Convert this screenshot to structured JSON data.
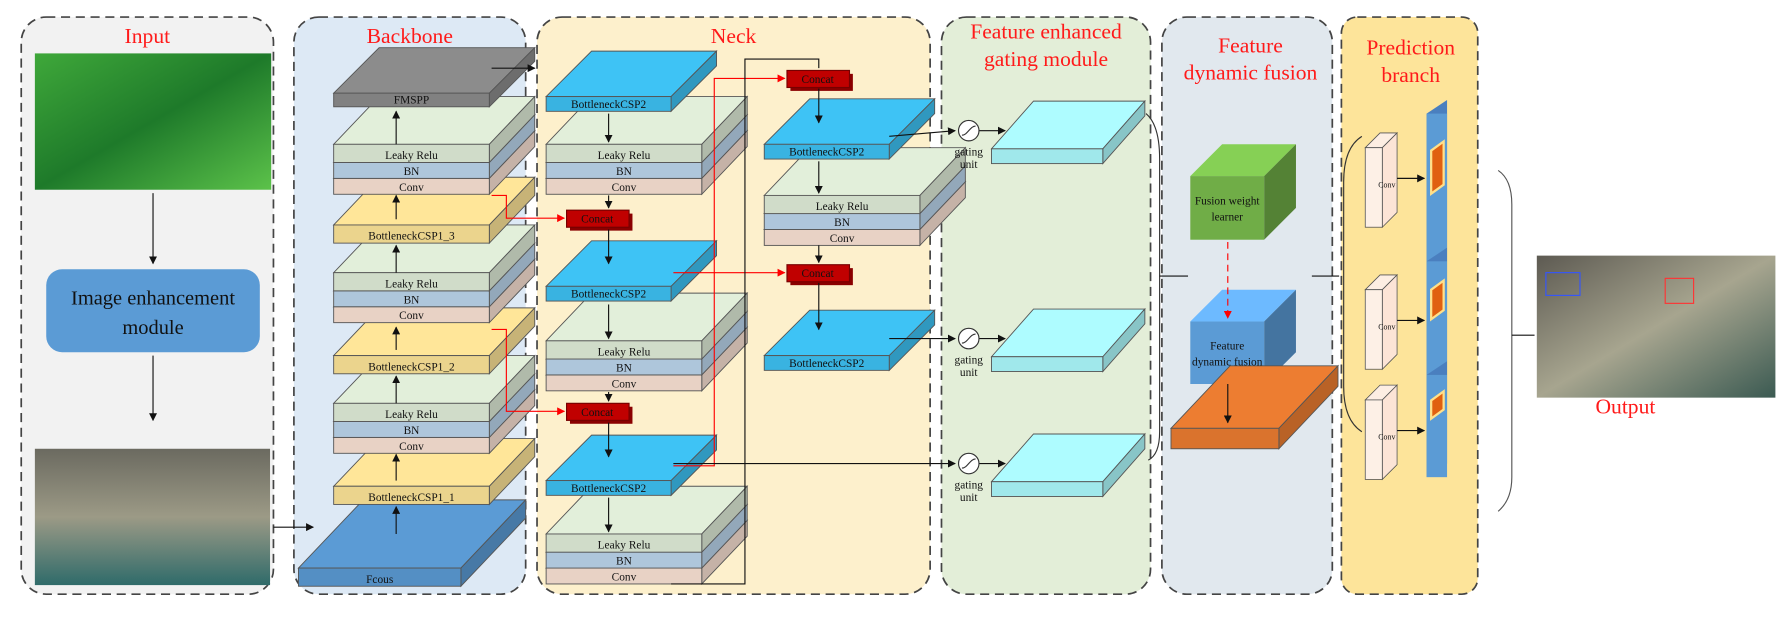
{
  "panels": {
    "input": {
      "title": "Input",
      "enhancement_label_1": "Image enhancement",
      "enhancement_label_2": "module"
    },
    "backbone": {
      "title": "Backbone",
      "fmspp": "FMSPP",
      "csp1_3": "BottleneckCSP1_3",
      "csp1_2": "BottleneckCSP1_2",
      "csp1_1": "BottleneckCSP1_1",
      "focus": "Fcous"
    },
    "neck": {
      "title": "Neck",
      "csp2": "BottleneckCSP2",
      "concat": "Concat"
    },
    "gating": {
      "title_1": "Feature enhanced",
      "title_2": "gating module",
      "unit_1": "gating",
      "unit_2": "unit"
    },
    "fusion": {
      "title_1": "Feature",
      "title_2": "dynamic fusion",
      "learner_1": "Fusion weight",
      "learner_2": "learner",
      "block_1": "Feature",
      "block_2": "dynamic fusion"
    },
    "prediction": {
      "title_1": "Prediction",
      "title_2": "branch",
      "conv": "Conv"
    },
    "output": {
      "title": "Output"
    }
  },
  "layers": {
    "leaky": "Leaky Relu",
    "bn": "BN",
    "conv": "Conv"
  },
  "colors": {
    "title": "#ff1a1a",
    "input_bg": "#f2f2f2",
    "backbone_bg": "#dde9f5",
    "neck_bg": "#fdf0cc",
    "gating_bg": "#e3eed8",
    "fusion_bg": "#e1e8ee",
    "prediction_bg": "#fde49a",
    "csp1": "#ffe699",
    "csp2": "#3ec3f5",
    "leaky": "#e2efda",
    "bn": "#bdd7ee",
    "conv": "#fce4d6",
    "concat": "#c00000",
    "gate_slab": "#aefcff",
    "fmspp": "#8c8c8c",
    "focus": "#5b9bd5",
    "learner": "#70ad47",
    "fusion_block": "#5b9bd5",
    "fused_map": "#ed7d31",
    "connector": "#ff0000"
  }
}
